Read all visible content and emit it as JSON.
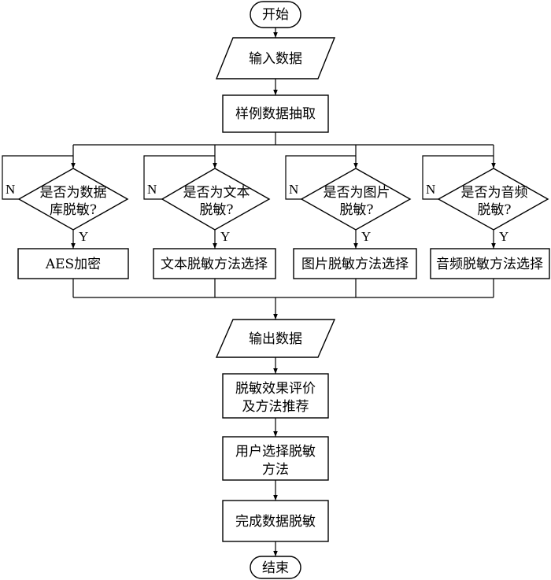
{
  "flowchart": {
    "start": "开始",
    "input": "输入数据",
    "sample": "样例数据抽取",
    "decisions": [
      {
        "line1": "是否为数据",
        "line2": "库脱敏?",
        "no": "N",
        "yes": "Y",
        "action": "AES加密"
      },
      {
        "line1": "是否为文本",
        "line2": "脱敏?",
        "no": "N",
        "yes": "Y",
        "action": "文本脱敏方法选择"
      },
      {
        "line1": "是否为图片",
        "line2": "脱敏?",
        "no": "N",
        "yes": "Y",
        "action": "图片脱敏方法选择"
      },
      {
        "line1": "是否为音频",
        "line2": "脱敏?",
        "no": "N",
        "yes": "Y",
        "action": "音频脱敏方法选择"
      }
    ],
    "output": "输出数据",
    "evaluate": {
      "line1": "脱敏效果评价",
      "line2": "及方法推荐"
    },
    "user_select": {
      "line1": "用户选择脱敏",
      "line2": "方法"
    },
    "complete": "完成数据脱敏",
    "end": "结束"
  }
}
